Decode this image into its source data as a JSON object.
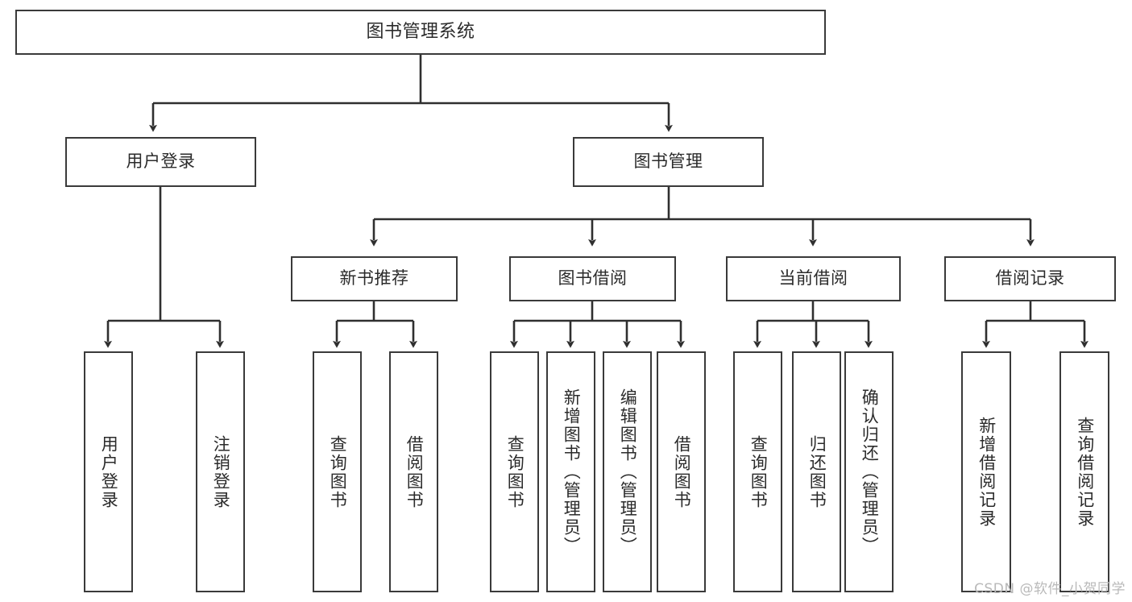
{
  "diagram": {
    "title": "图书管理系统",
    "type": "tree-hierarchy",
    "watermark": "CSDN @软件_小贺同学",
    "colors": {
      "box_border": "#3a3a3a",
      "box_fill": "#ffffff",
      "edge": "#2f2f2f",
      "text": "#2b2b2b",
      "watermark": "#b9b9b9",
      "background": "#ffffff"
    },
    "root": {
      "id": "root",
      "label": "图书管理系统"
    },
    "level1": [
      {
        "id": "user-login",
        "label": "用户登录"
      },
      {
        "id": "book-manage",
        "label": "图书管理"
      }
    ],
    "level2": [
      {
        "id": "new-book-rec",
        "label": "新书推荐",
        "parent": "book-manage"
      },
      {
        "id": "book-borrow",
        "label": "图书借阅",
        "parent": "book-manage"
      },
      {
        "id": "current-borrow",
        "label": "当前借阅",
        "parent": "book-manage"
      },
      {
        "id": "borrow-record",
        "label": "借阅记录",
        "parent": "book-manage"
      }
    ],
    "leaves": [
      {
        "id": "leaf-user-login",
        "label": "用户登录",
        "parent": "user-login"
      },
      {
        "id": "leaf-logout",
        "label": "注销登录",
        "parent": "user-login"
      },
      {
        "id": "leaf-query-book-rec",
        "label": "查询图书",
        "parent": "new-book-rec"
      },
      {
        "id": "leaf-borrow-book-rec",
        "label": "借阅图书",
        "parent": "new-book-rec"
      },
      {
        "id": "leaf-query-book-borrow",
        "label": "查询图书",
        "parent": "book-borrow"
      },
      {
        "id": "leaf-add-book",
        "label": "新增图书（管理员）",
        "parent": "book-borrow"
      },
      {
        "id": "leaf-edit-book",
        "label": "编辑图书（管理员）",
        "parent": "book-borrow"
      },
      {
        "id": "leaf-borrow-book",
        "label": "借阅图书",
        "parent": "book-borrow"
      },
      {
        "id": "leaf-query-book-current",
        "label": "查询图书",
        "parent": "current-borrow"
      },
      {
        "id": "leaf-return-book",
        "label": "归还图书",
        "parent": "current-borrow"
      },
      {
        "id": "leaf-confirm-return",
        "label": "确认归还（管理员）",
        "parent": "current-borrow"
      },
      {
        "id": "leaf-add-record",
        "label": "新增借阅记录",
        "parent": "borrow-record"
      },
      {
        "id": "leaf-query-record",
        "label": "查询借阅记录",
        "parent": "borrow-record"
      }
    ]
  }
}
